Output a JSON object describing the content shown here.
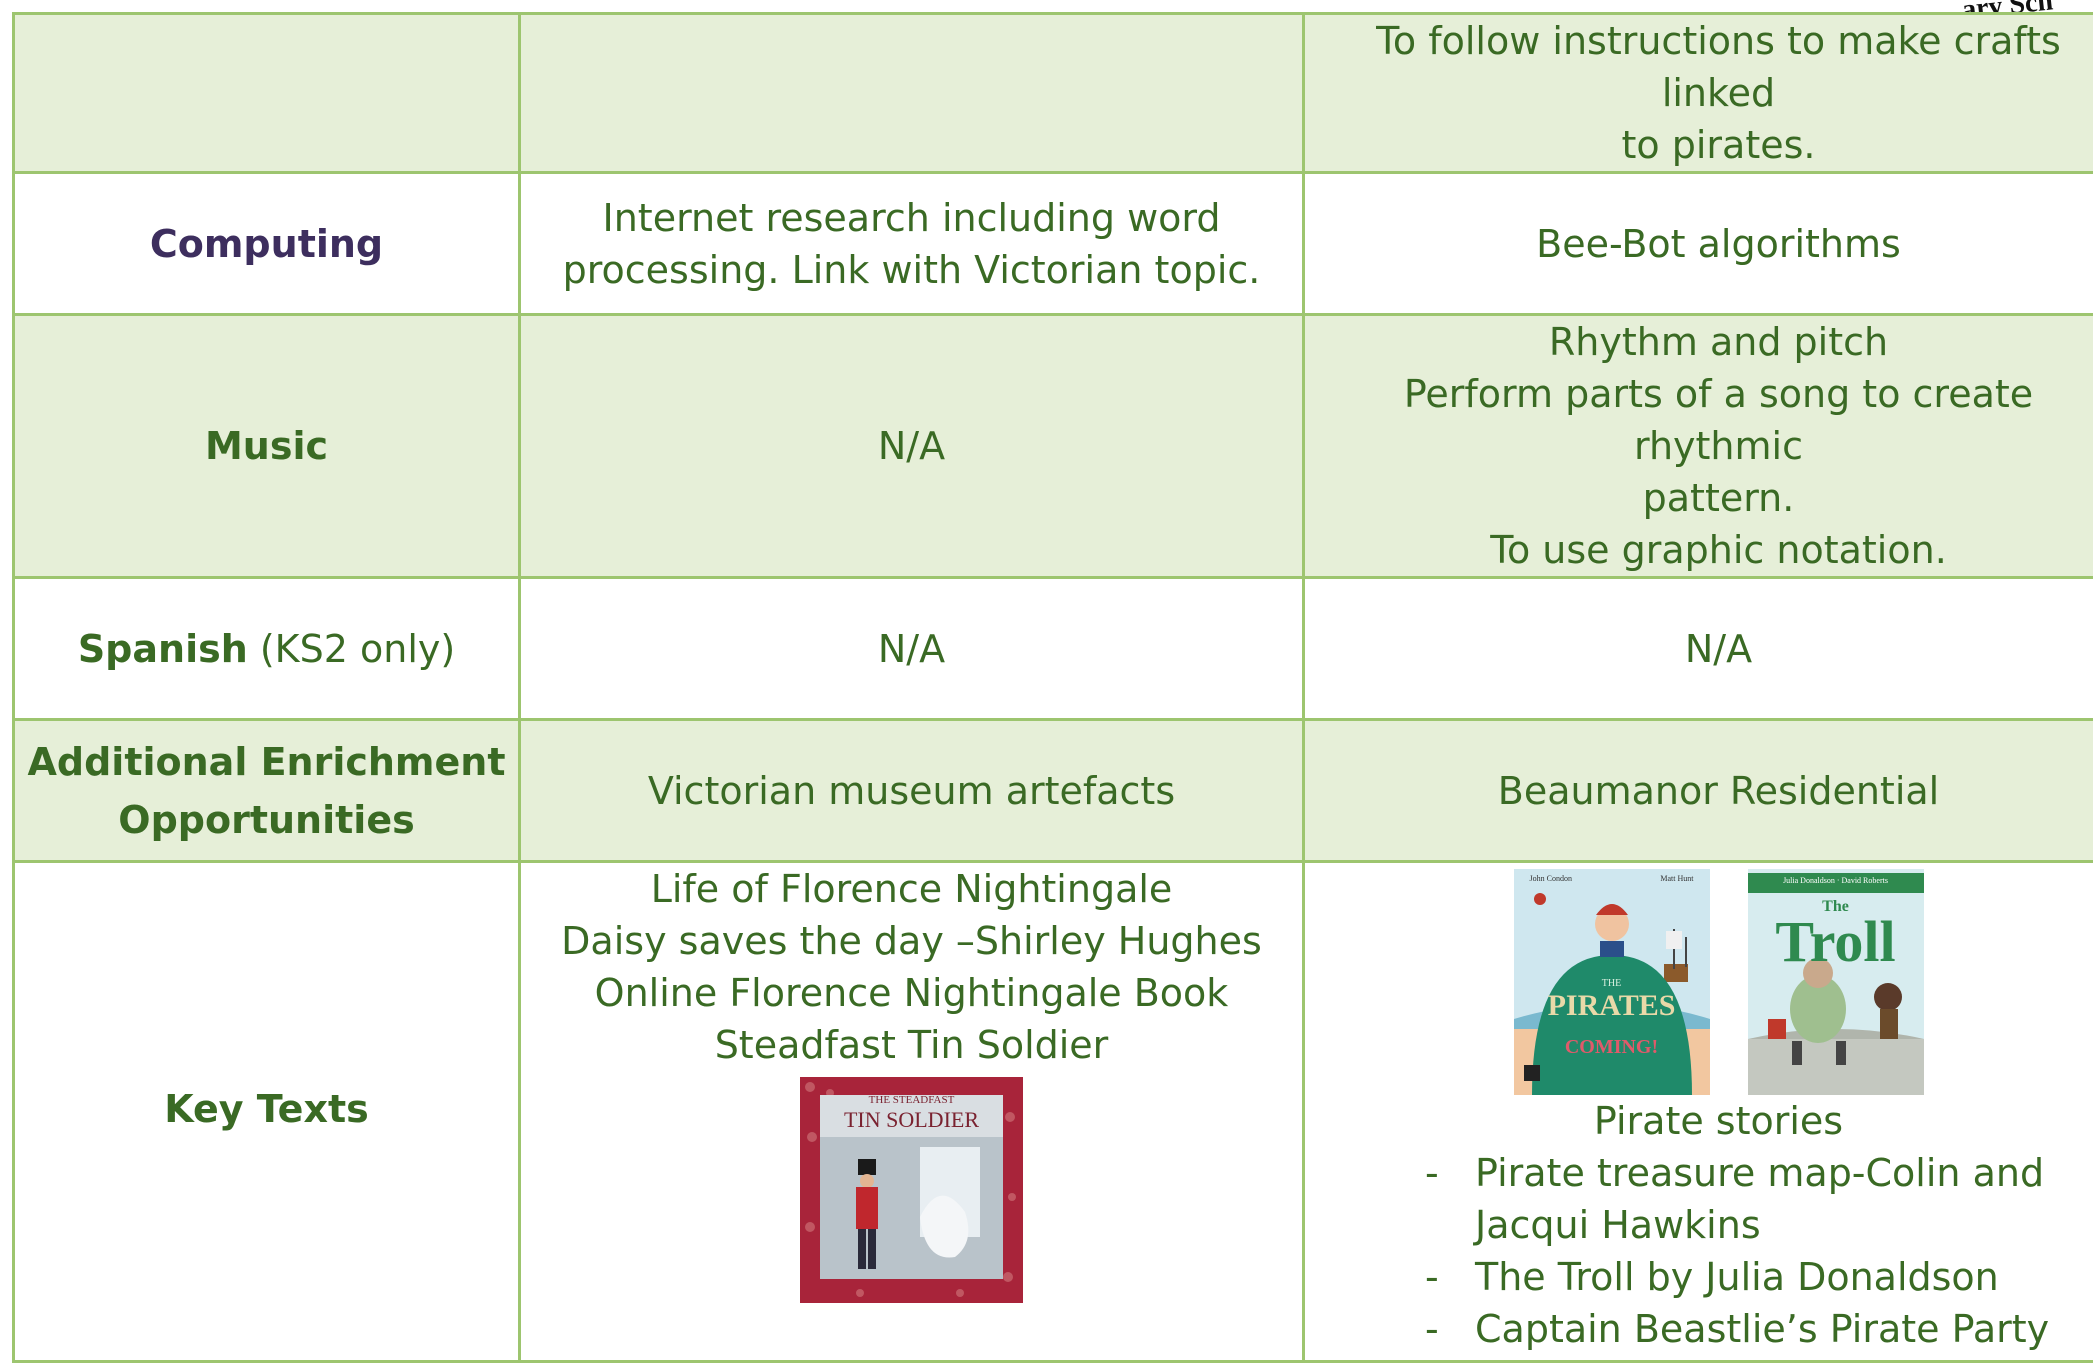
{
  "logo_text": "ary Sch",
  "rows": [
    {
      "label": "",
      "col1": "",
      "col2_lines": [
        "To follow instructions to make crafts linked",
        "to pirates."
      ]
    },
    {
      "label": "Computing",
      "col1_lines": [
        "Internet research including word",
        "processing. Link with Victorian topic."
      ],
      "col2": "Bee-Bot algorithms"
    },
    {
      "label": "Music",
      "col1": "N/A",
      "col2_lines": [
        "Rhythm and pitch",
        "Perform parts of a song to create rhythmic",
        "pattern.",
        "To use graphic notation."
      ]
    },
    {
      "label": "Spanish",
      "label_suffix": " (KS2 only)",
      "col1": "N/A",
      "col2": "N/A"
    },
    {
      "label_lines": [
        "Additional Enrichment",
        "Opportunities"
      ],
      "col1": "Victorian museum artefacts",
      "col2": "Beaumanor Residential"
    },
    {
      "label": "Key Texts",
      "col1_lines": [
        "Life of Florence Nightingale",
        "Daisy saves the day –Shirley Hughes",
        "Online Florence Nightingale Book",
        "Steadfast Tin Soldier"
      ],
      "col2_heading": "Pirate stories",
      "col2_list": [
        {
          "dash": "-",
          "lines": [
            "Pirate treasure map-Colin and",
            "Jacqui Hawkins"
          ]
        },
        {
          "dash": "-",
          "lines": [
            "The Troll by Julia Donaldson"
          ]
        },
        {
          "dash": "-",
          "lines": [
            "Captain Beastlie’s Pirate Party"
          ]
        }
      ]
    }
  ],
  "covers": {
    "tin_soldier": {
      "small_caps": "THE STEADFAST",
      "title": "TIN SOLDIER"
    },
    "pirates": {
      "title": "PIRATES",
      "sub": "COMING!",
      "author_left": "John Condon",
      "author_right": "Matt Hunt",
      "the": "THE"
    },
    "troll": {
      "title": "Troll",
      "the": "The",
      "banner": "Julia Donaldson · David Roberts"
    }
  },
  "colors": {
    "border": "#9dc56f",
    "shade": "#e6efd8",
    "text_green": "#3a6a24",
    "label_purple": "#3d2e5e"
  }
}
